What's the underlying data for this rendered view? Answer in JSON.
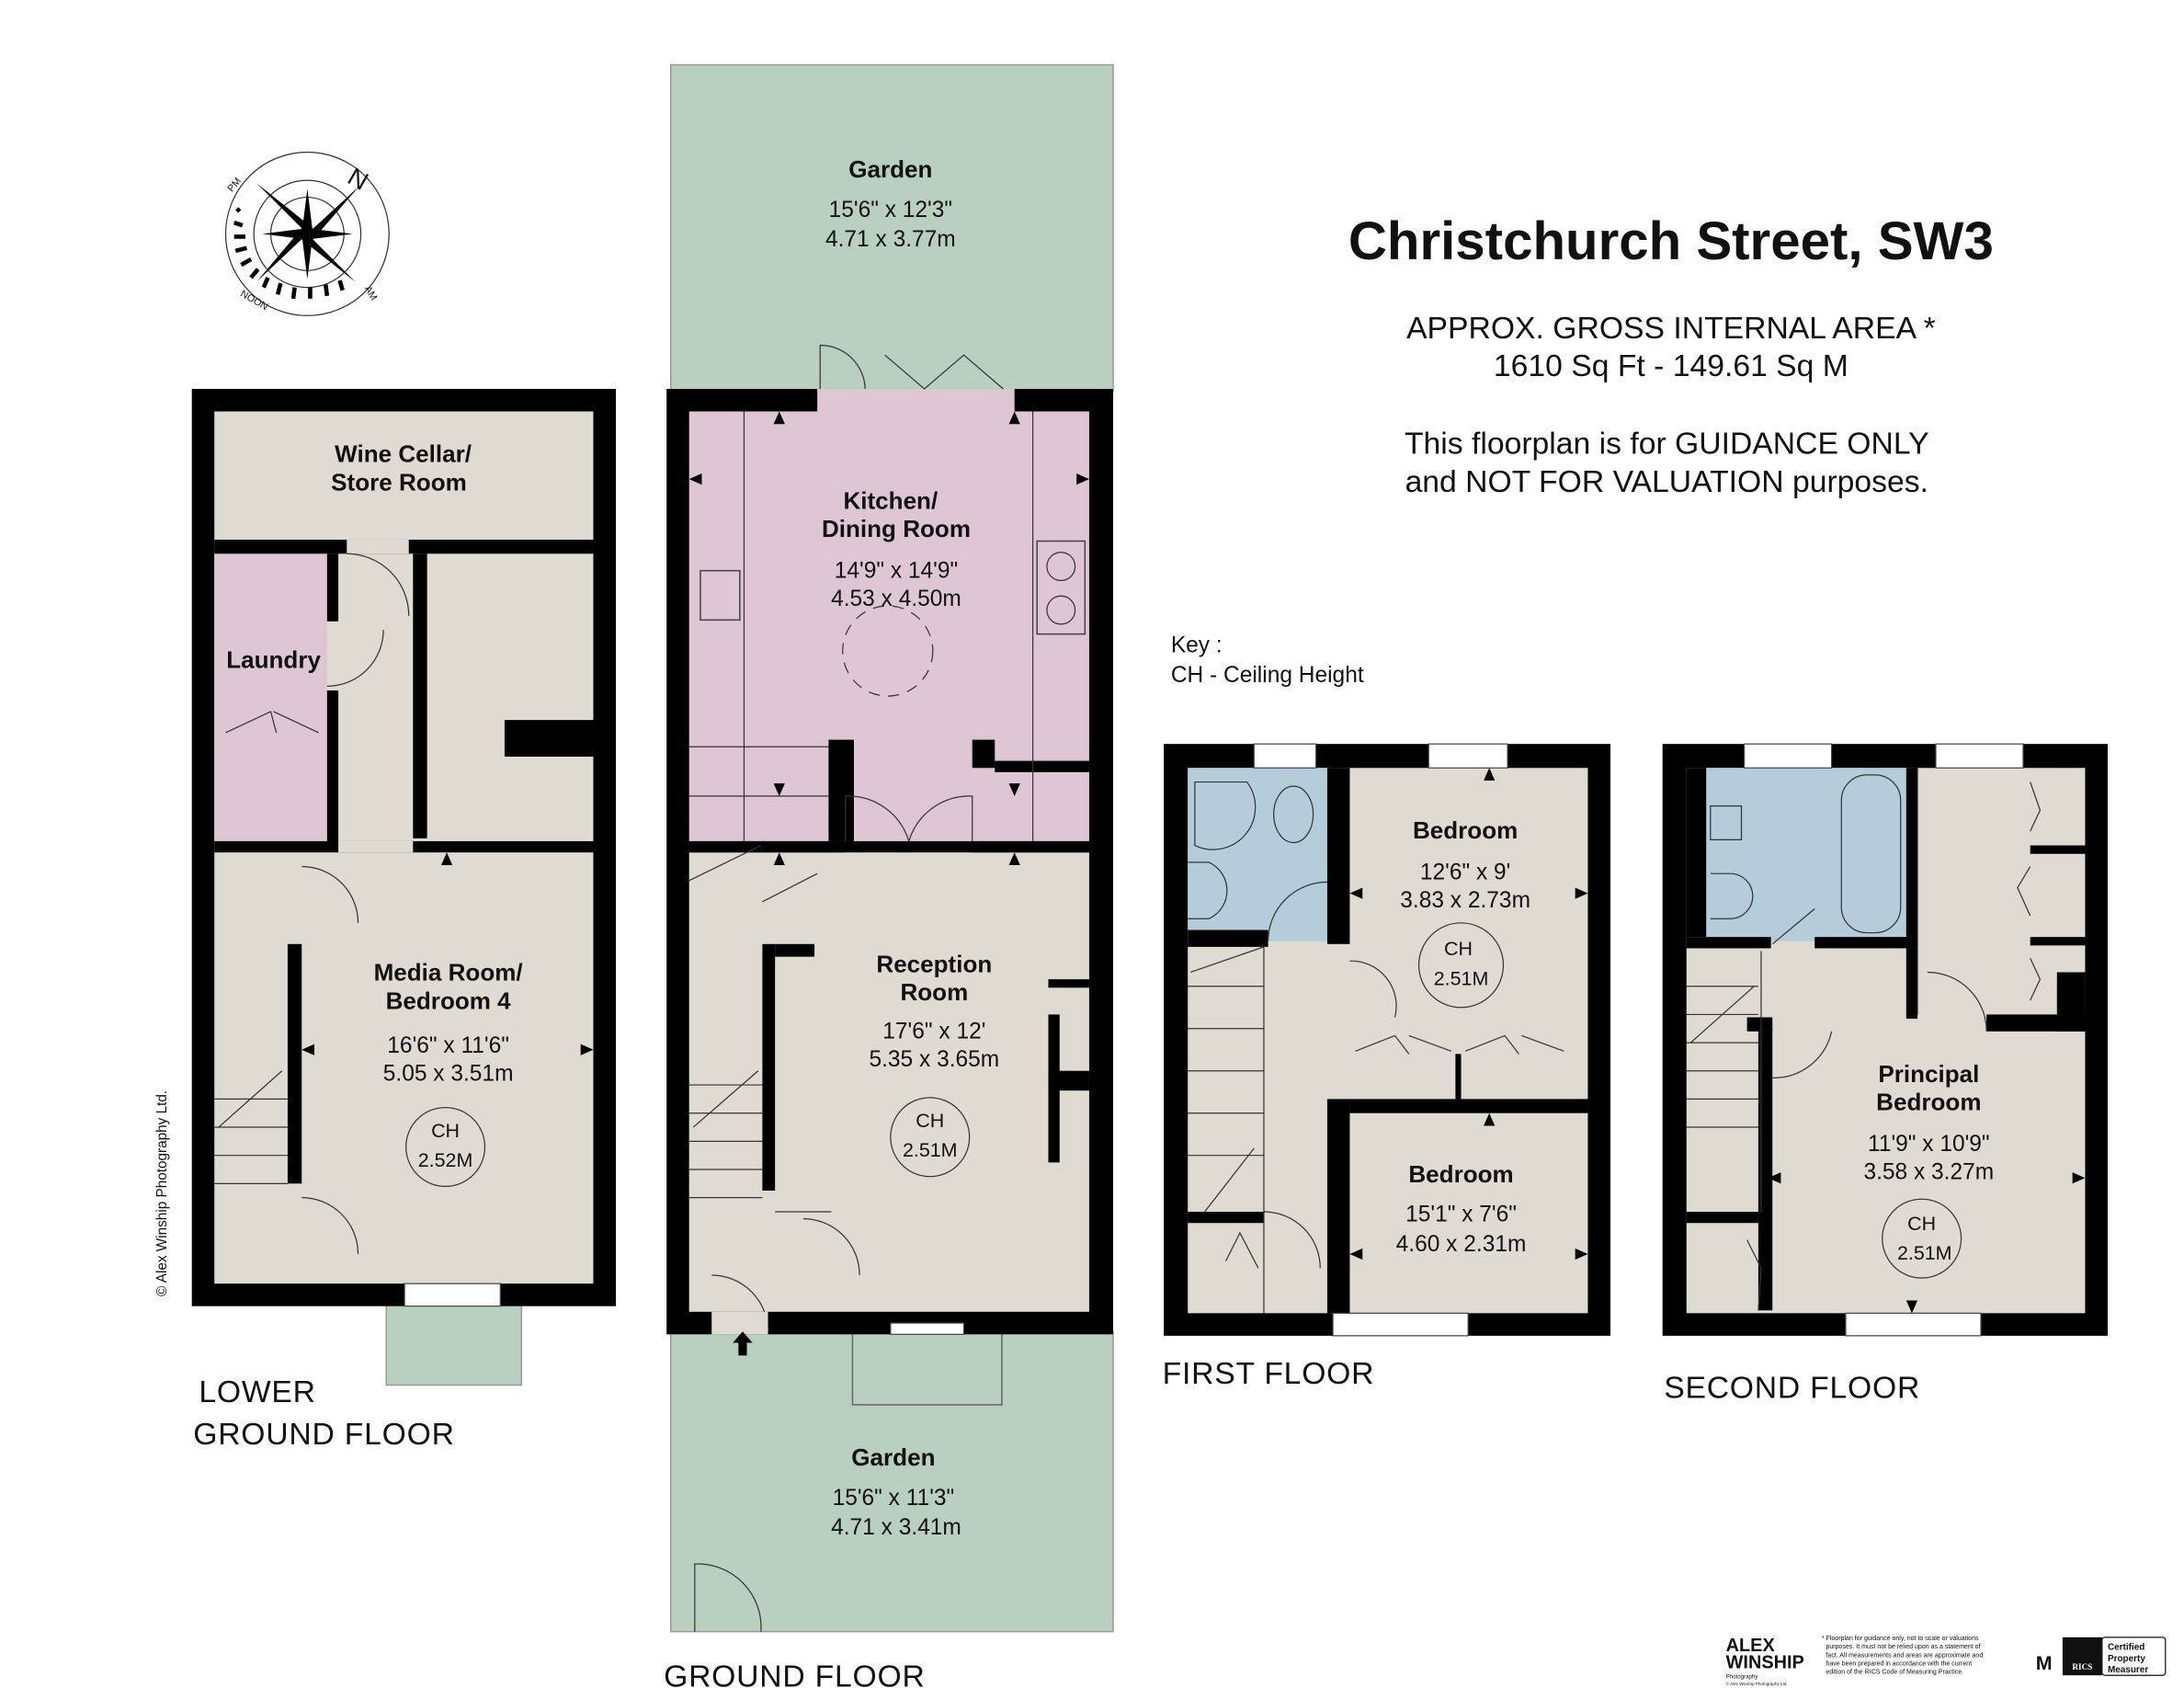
{
  "title": "Christchurch Street, SW3",
  "area": {
    "line1": "APPROX. GROSS INTERNAL  AREA *",
    "line2": "1610 Sq Ft  -  149.61 Sq M"
  },
  "guidance": {
    "line1": "This floorplan is for GUIDANCE ONLY",
    "line2": "and NOT FOR VALUATION purposes."
  },
  "key": {
    "line1": "Key :",
    "line2": "CH - Ceiling Height"
  },
  "compass": {
    "north": "N",
    "pm": "PM",
    "am": "AM",
    "noon": "NOON"
  },
  "copyright": "© Alex Winship Photography Ltd.",
  "floors": {
    "lower_ground": {
      "label1": "LOWER",
      "label2": "GROUND FLOOR",
      "rooms": {
        "wine": {
          "name1": "Wine Cellar/",
          "name2": "Store Room"
        },
        "laundry": {
          "name1": "Laundry"
        },
        "media": {
          "name1": "Media Room/",
          "name2": "Bedroom 4",
          "imperial": "16'6\" x 11'6\"",
          "metric": "5.05 x 3.51m",
          "ch_label": "CH",
          "ch": "2.52M"
        }
      }
    },
    "ground": {
      "label1": "GROUND FLOOR",
      "rooms": {
        "garden_top": {
          "name1": "Garden",
          "imperial": "15'6\" x 12'3\"",
          "metric": "4.71 x 3.77m"
        },
        "kitchen": {
          "name1": "Kitchen/",
          "name2": "Dining Room",
          "imperial": "14'9\" x 14'9\"",
          "metric": "4.53 x 4.50m"
        },
        "reception": {
          "name1": "Reception",
          "name2": "Room",
          "imperial": "17'6\" x 12'",
          "metric": "5.35 x 3.65m",
          "ch_label": "CH",
          "ch": "2.51M"
        },
        "garden_bottom": {
          "name1": "Garden",
          "imperial": "15'6\" x 11'3\"",
          "metric": "4.71 x 3.41m"
        }
      }
    },
    "first": {
      "label1": "FIRST FLOOR",
      "rooms": {
        "bed_top": {
          "name1": "Bedroom",
          "imperial": "12'6\" x 9'",
          "metric": "3.83 x 2.73m",
          "ch_label": "CH",
          "ch": "2.51M"
        },
        "bed_bottom": {
          "name1": "Bedroom",
          "imperial": "15'1\" x 7'6\"",
          "metric": "4.60 x 2.31m"
        }
      }
    },
    "second": {
      "label1": "SECOND FLOOR",
      "rooms": {
        "principal": {
          "name1": "Principal",
          "name2": "Bedroom",
          "imperial": "11'9\" x 10'9\"",
          "metric": "3.58 x 3.27m",
          "ch_label": "CH",
          "ch": "2.51M"
        }
      }
    }
  },
  "footer": {
    "logo1": "ALEX",
    "logo2": "WINSHIP",
    "logo3": "Photography",
    "logo_copy": "© Alex Winship Photography Ltd.",
    "disclaimer": [
      "* Floorplan for guidance only, not to scale or valuations",
      "purposes. It must not be relied upon as a statement of",
      "fact. All measurements and areas are approximate and",
      "have been prepared in accordance with the current",
      "edition of the RICS Code of Measuring Practice."
    ],
    "ne_logo": "M",
    "rics": "RICS",
    "cert1": "Certified",
    "cert2": "Property",
    "cert3": "Measurer"
  }
}
